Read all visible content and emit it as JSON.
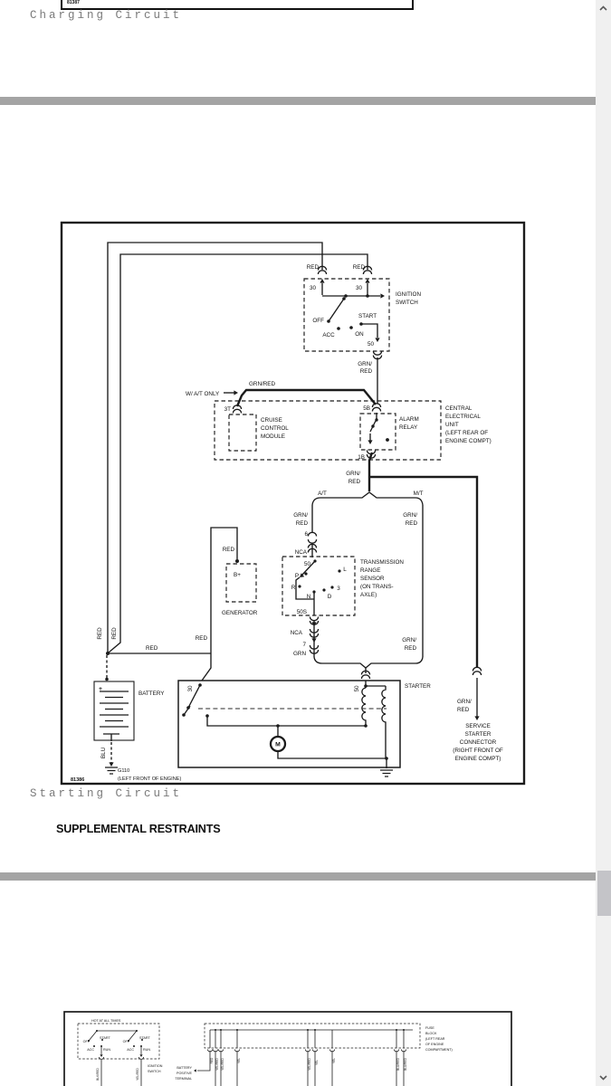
{
  "colors": {
    "line": "#1b1b1b",
    "caption_text": "#7a7a7a",
    "divider": "#a4a4a4",
    "scroll_track": "#f0f0f0",
    "scroll_thumb": "#c4c4c8"
  },
  "charging": {
    "figure_number": "81387",
    "caption": "Charging Circuit"
  },
  "starting": {
    "caption": "Starting Circuit",
    "figure_number": "81386",
    "wire": {
      "red": "RED",
      "grn": "GRN",
      "blu": "BLU",
      "nca": "NCA",
      "grn_red_1": "GRN/",
      "grn_red_2": "RED",
      "grn_red": "GRN/RED"
    },
    "ignition_switch": {
      "label_1": "IGNITION",
      "label_2": "SWITCH",
      "t30": "30",
      "t50": "50",
      "off": "OFF",
      "acc": "ACC",
      "on": "ON",
      "start": "START"
    },
    "cruise": {
      "note": "W/ A/T ONLY",
      "t3t": "3T",
      "l1": "CRUISE",
      "l2": "CONTROL",
      "l3": "MODULE"
    },
    "alarm": {
      "t5b": "5B",
      "t1b": "1B",
      "l1": "ALARM",
      "l2": "RELAY"
    },
    "ceu": {
      "l1": "CENTRAL",
      "l2": "ELECTRICAL",
      "l3": "UNIT",
      "l4": "(LEFT REAR OF",
      "l5": "ENGINE COMPT)"
    },
    "split": {
      "at": "A/T",
      "mt": "M/T",
      "c6": "6",
      "c7": "7"
    },
    "sensor": {
      "l1": "TRANSMISSION",
      "l2": "RANGE",
      "l3": "SENSOR",
      "l4": "(ON TRANS-",
      "l5": "AXLE)",
      "t50": "50",
      "t50s": "50S",
      "p": "P",
      "r": "R",
      "n": "N",
      "d": "D",
      "three": "3",
      "l": "L"
    },
    "generator": {
      "label": "GENERATOR",
      "bplus": "B+"
    },
    "battery": {
      "label": "BATTERY",
      "plus": "+"
    },
    "ground": {
      "id": "G110",
      "location": "(LEFT FRONT OF ENGINE)"
    },
    "starter": {
      "label": "STARTER",
      "t30": "30",
      "t50": "50",
      "motor": "M"
    },
    "service": {
      "l1": "SERVICE",
      "l2": "STARTER",
      "l3": "CONNECTOR",
      "l4": "(RIGHT FRONT OF",
      "l5": "ENGINE COMPT)"
    }
  },
  "restraints": {
    "heading": "SUPPLEMENTAL RESTRAINTS",
    "hot": "HOT AT ALL TIMES",
    "ignition_1": "IGNITION",
    "ignition_2": "SWITCH",
    "off": "OFF",
    "start": "START",
    "acc": "ACC",
    "run": "RUN",
    "battery_1": "BATTERY",
    "battery_2": "POSITIVE",
    "battery_3": "TERMINAL",
    "fuse_1": "FUSE",
    "fuse_2": "BLOCK",
    "fuse_3": "(LEFT REAR",
    "fuse_4": "OF ENGINE",
    "fuse_5": "COMPARTMENT)",
    "w_ign_1": "BLK/RED",
    "w_ign_2": "YEL/RED",
    "fuse_wires": [
      "RED",
      "YEL/RED",
      "YEL/RED",
      "YEL",
      "YEL/RED",
      "YEL",
      "YEL",
      "BLU/RED",
      "BLU/RED"
    ]
  }
}
